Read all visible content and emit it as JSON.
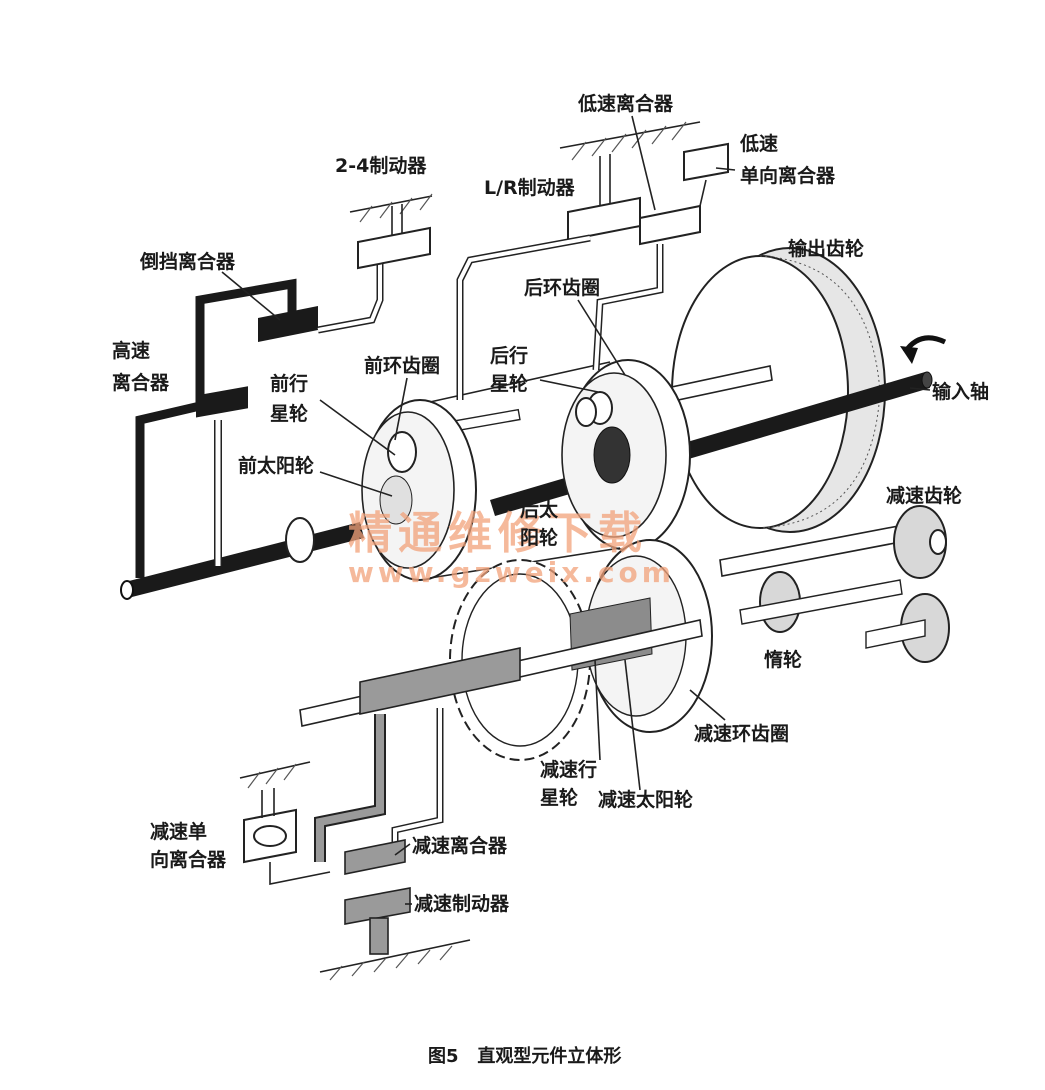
{
  "labels": {
    "low_clutch": "低速离合器",
    "low_one_way_1": "低速",
    "low_one_way_2": "单向离合器",
    "brake_24": "2-4制动器",
    "lr_brake": "L/R制动器",
    "output_gear": "输出齿轮",
    "reverse_clutch": "倒挡离合器",
    "rear_ring": "后环齿圈",
    "high_clutch_1": "高速",
    "high_clutch_2": "离合器",
    "front_planet_1": "前行",
    "front_planet_2": "星轮",
    "front_ring": "前环齿圈",
    "rear_planet_1": "后行",
    "rear_planet_2": "星轮",
    "input_shaft": "输入轴",
    "front_sun": "前太阳轮",
    "rear_sun_1": "后太",
    "rear_sun_2": "阳轮",
    "reduction_gear": "减速齿轮",
    "idler": "惰轮",
    "reduction_ring": "减速环齿圈",
    "reduction_planet_1": "减速行",
    "reduction_planet_2": "星轮",
    "reduction_sun": "减速太阳轮",
    "reduction_one_way_1": "减速单",
    "reduction_one_way_2": "向离合器",
    "reduction_clutch": "减速离合器",
    "reduction_brake": "减速制动器"
  },
  "watermark": {
    "line1": "精通维修下载",
    "line2": "www.gzweix.com"
  },
  "caption": "图5   直观型元件立体形"
}
